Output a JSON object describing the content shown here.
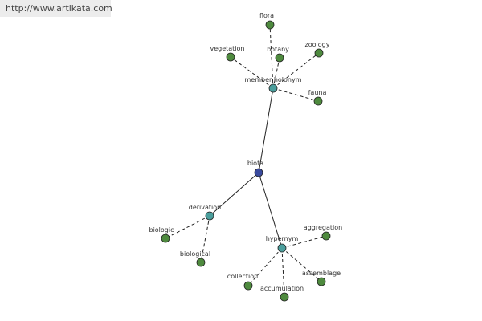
{
  "banner": {
    "url": "http://www.artikata.com"
  },
  "colors": {
    "root": "#3a4a9e",
    "relation": "#4a9e9c",
    "leaf": "#4e8a3e",
    "stroke": "#222222",
    "edge": "#222222"
  },
  "graph": {
    "nodes": [
      {
        "id": "biota",
        "label": "biota",
        "kind": "root"
      },
      {
        "id": "member_holonym",
        "label": "member holonym",
        "kind": "relation"
      },
      {
        "id": "derivation",
        "label": "derivation",
        "kind": "relation"
      },
      {
        "id": "hypernym",
        "label": "hypernym",
        "kind": "relation"
      },
      {
        "id": "flora",
        "label": "flora",
        "kind": "leaf"
      },
      {
        "id": "botany",
        "label": "botany",
        "kind": "leaf"
      },
      {
        "id": "vegetation",
        "label": "vegetation",
        "kind": "leaf"
      },
      {
        "id": "zoology",
        "label": "zoology",
        "kind": "leaf"
      },
      {
        "id": "fauna",
        "label": "fauna",
        "kind": "leaf"
      },
      {
        "id": "biologic",
        "label": "biologic",
        "kind": "leaf"
      },
      {
        "id": "biological",
        "label": "biological",
        "kind": "leaf"
      },
      {
        "id": "aggregation",
        "label": "aggregation",
        "kind": "leaf"
      },
      {
        "id": "collection",
        "label": "collection",
        "kind": "leaf"
      },
      {
        "id": "accumulation",
        "label": "accumulation",
        "kind": "leaf"
      },
      {
        "id": "assemblage",
        "label": "assemblage",
        "kind": "leaf"
      }
    ],
    "edges": [
      {
        "from": "biota",
        "to": "member_holonym",
        "style": "solid"
      },
      {
        "from": "biota",
        "to": "derivation",
        "style": "solid"
      },
      {
        "from": "biota",
        "to": "hypernym",
        "style": "solid"
      },
      {
        "from": "member_holonym",
        "to": "flora",
        "style": "dashed"
      },
      {
        "from": "member_holonym",
        "to": "botany",
        "style": "dashed"
      },
      {
        "from": "member_holonym",
        "to": "vegetation",
        "style": "dashed"
      },
      {
        "from": "member_holonym",
        "to": "zoology",
        "style": "dashed"
      },
      {
        "from": "member_holonym",
        "to": "fauna",
        "style": "dashed"
      },
      {
        "from": "derivation",
        "to": "biologic",
        "style": "dashed"
      },
      {
        "from": "derivation",
        "to": "biological",
        "style": "dashed"
      },
      {
        "from": "hypernym",
        "to": "aggregation",
        "style": "dashed"
      },
      {
        "from": "hypernym",
        "to": "collection",
        "style": "dashed"
      },
      {
        "from": "hypernym",
        "to": "accumulation",
        "style": "dashed"
      },
      {
        "from": "hypernym",
        "to": "assemblage",
        "style": "dashed"
      }
    ]
  }
}
